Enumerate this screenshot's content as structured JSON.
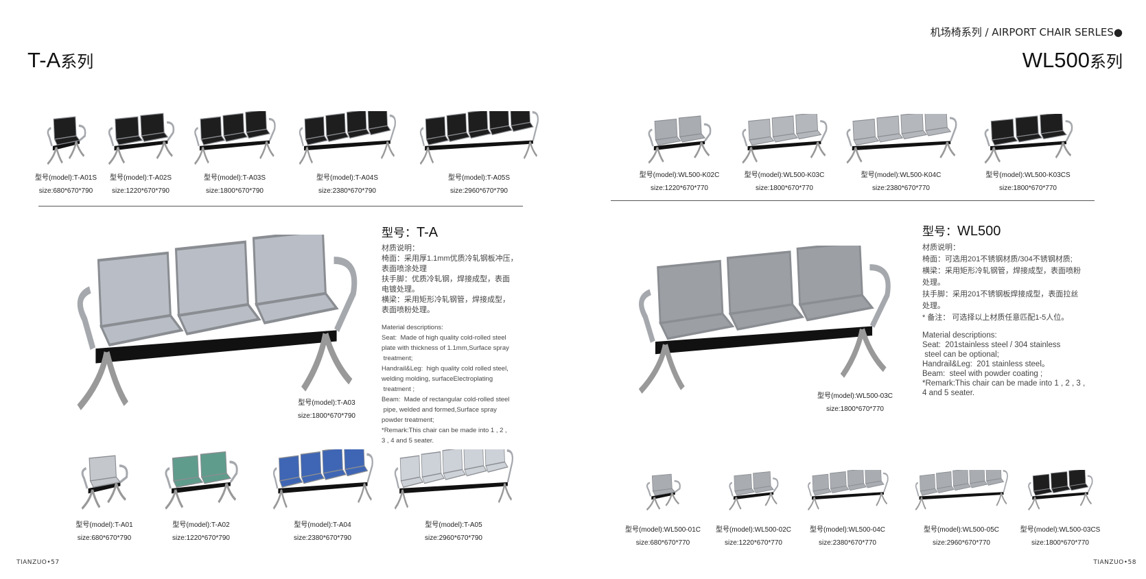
{
  "header": {
    "series_label": "机场椅系列 / AIRPORT CHAIR SERLES●"
  },
  "left": {
    "title_main": "T-A",
    "title_suffix": "系列",
    "top_row": [
      {
        "model": "型号(model):T-A01S",
        "size": "size:680*670*790",
        "seats": 1,
        "seat_color": "#1e1e1e"
      },
      {
        "model": "型号(model):T-A02S",
        "size": "size:1220*670*790",
        "seats": 2,
        "seat_color": "#1e1e1e"
      },
      {
        "model": "型号(model):T-A03S",
        "size": "size:1800*670*790",
        "seats": 3,
        "seat_color": "#1e1e1e"
      },
      {
        "model": "型号(model):T-A04S",
        "size": "size:2380*670*790",
        "seats": 4,
        "seat_color": "#1e1e1e"
      },
      {
        "model": "型号(model):T-A05S",
        "size": "size:2960*670*790",
        "seats": 5,
        "seat_color": "#1e1e1e"
      }
    ],
    "featured": {
      "model": "型号(model):T-A03",
      "size": "size:1800*670*790",
      "seats": 3,
      "seat_color": "#b9bec6"
    },
    "spec": {
      "heading_label": "型号：",
      "heading_model": "T-A",
      "cn": [
        "材质说明：",
        "椅面：采用厚1.1mm优质冷轧钢板冲压，",
        "表面喷涂处理",
        "扶手脚：优质冷轧钢，焊接成型，表面",
        "电镀处理。",
        "横梁：采用矩形冷轧钢管，焊接成型，",
        "表面喷粉处理。"
      ],
      "en": [
        "Material descriptions:",
        "Seat:  Made of high quality cold-rolled steel",
        "plate with thickness of 1.1mm,Surface spray",
        " treatment;",
        "Handrail&Leg:  high quality cold rolled steel,",
        "welding molding, surfaceElectroplating",
        " treatment ;",
        "Beam:  Made of rectangular cold-rolled steel",
        " pipe, welded and formed,Surface spray",
        "powder treatment;",
        "*Remark:This chair can be made into 1 , 2 ,",
        "3 , 4 and 5 seater."
      ]
    },
    "bottom_row": [
      {
        "model": "型号(model):T-A01",
        "size": "size:680*670*790",
        "seats": 1,
        "seat_color": "#c4c7cc"
      },
      {
        "model": "型号(model):T-A02",
        "size": "size:1220*670*790",
        "seats": 2,
        "seat_color": "#5f9c8c"
      },
      {
        "model": "型号(model):T-A04",
        "size": "size:2380*670*790",
        "seats": 4,
        "seat_color": "#3f66b4"
      },
      {
        "model": "型号(model):T-A05",
        "size": "size:2960*670*790",
        "seats": 5,
        "seat_color": "#cdd2d8"
      }
    ],
    "footer": "TIANZUO•57"
  },
  "right": {
    "title_main": "WL500",
    "title_suffix": "系列",
    "top_row": [
      {
        "model": "型号(model):WL500-K02C",
        "size": "size:1220*670*770",
        "seats": 2,
        "seat_color": "#a9acb1"
      },
      {
        "model": "型号(model):WL500-K03C",
        "size": "size:1800*670*770",
        "seats": 3,
        "seat_color": "#b4b7bb"
      },
      {
        "model": "型号(model):WL500-K04C",
        "size": "size:2380*670*770",
        "seats": 4,
        "seat_color": "#b4b7bb"
      },
      {
        "model": "型号(model):WL500-K03CS",
        "size": "size:1800*670*770",
        "seats": 3,
        "seat_color": "#1e1e1e"
      }
    ],
    "featured": {
      "model": "型号(model):WL500-03C",
      "size": "size:1800*670*770",
      "seats": 3,
      "seat_color": "#9c9fa4"
    },
    "spec": {
      "heading_label": "型号：",
      "heading_model": "WL500",
      "cn": [
        "材质说明：",
        "椅面：可选用201不锈钢材质/304不锈钢材质;",
        "横梁：采用矩形冷轧钢管，焊接成型，表面喷粉",
        "处理。",
        "扶手脚：采用201不锈钢板焊接成型，表面拉丝",
        "处理。",
        "* 备注： 可选择以上材质任意匹配1-5人位。"
      ],
      "en": [
        "Material descriptions:",
        "Seat:  201stainless steel / 304 stainless",
        " steel can be optional;",
        "Handrail&Leg:  201 stainless steel。",
        "Beam:  steel with powder coating ;",
        "*Remark:This chair can be made into 1 , 2 , 3 ,",
        "4 and 5 seater."
      ]
    },
    "bottom_row": [
      {
        "model": "型号(model):WL500-01C",
        "size": "size:680*670*770",
        "seats": 1,
        "seat_color": "#a9acb1"
      },
      {
        "model": "型号(model):WL500-02C",
        "size": "size:1220*670*770",
        "seats": 2,
        "seat_color": "#a9acb1"
      },
      {
        "model": "型号(model):WL500-04C",
        "size": "size:2380*670*770",
        "seats": 4,
        "seat_color": "#a9acb1"
      },
      {
        "model": "型号(model):WL500-05C",
        "size": "size:2960*670*770",
        "seats": 5,
        "seat_color": "#a9acb1"
      },
      {
        "model": "型号(model):WL500-03CS",
        "size": "size:1800*670*770",
        "seats": 3,
        "seat_color": "#1e1e1e"
      }
    ],
    "footer": "TIANZUO•58"
  }
}
